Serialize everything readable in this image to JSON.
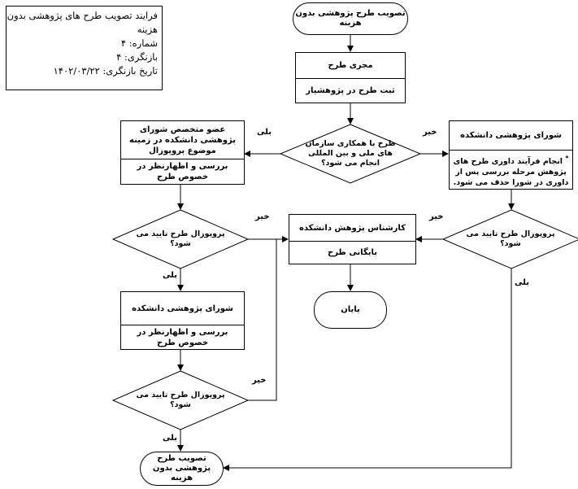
{
  "info": {
    "line1": "فرایند  تصویب طرح های پژوهشی بدون",
    "line2": "هزینه",
    "line3": "شماره: ۴",
    "line4": "بازنگری: ۴",
    "line5": "تاریخ بازنگری: ۱۴۰۲/۰۳/۲۲"
  },
  "nodes": {
    "start": "تصویب طرح پژوهشی بدون هزینه",
    "executor": {
      "title": "مجری طرح",
      "body": "ثبت طرح در پژوهشیار"
    },
    "decision_cooperation": "طرح با همکاری سازمان های ملی و بین المللی انجام می شود؟",
    "faculty_member": {
      "title": "عضو متخصص شورای پژوهشی دانشکده در زمینه موضوع پروپوزال",
      "body": "بررسی و اظهارنظر در خصوص طرح"
    },
    "research_council_right": {
      "title": "شورای پژوهشی  دانشکده",
      "body_star": "*",
      "body": "انجام فرآیند داوری طرح های پژوهش مرحله بررسی پس از داوری در شورا حذف می شود."
    },
    "decision_left_1": "پروپوزال طرح تایید می شود؟",
    "expert": {
      "title": "کارشناس پژوهش دانشکده",
      "body": "بایگانی طرح"
    },
    "decision_right": "پروپوزال طرح تایید می شود؟",
    "end": "پایان",
    "research_council_left": {
      "title": "شورای پژوهشی  دانشکده",
      "body": "بررسی و اظهارنظر در خصوص طرح"
    },
    "decision_left_2": "پروپوزال طرح تایید می شود؟",
    "approve_end": "تصویب طرح پژوهشی بدون هزینه"
  },
  "labels": {
    "yes": "بلی",
    "no": "خیر"
  }
}
